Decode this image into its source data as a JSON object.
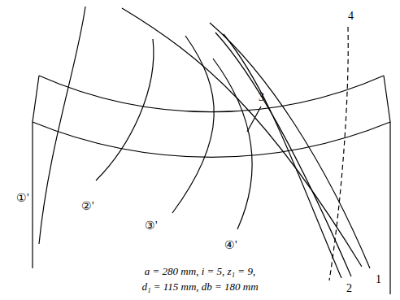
{
  "diagram": {
    "labels": [
      "①'",
      "②'",
      "③'",
      "④'",
      "1",
      "2",
      "3",
      "4",
      "a = 280 mm, i = 5, z₁ = 9,",
      "d₁ = 115 mm, db = 180 mm"
    ]
  }
}
